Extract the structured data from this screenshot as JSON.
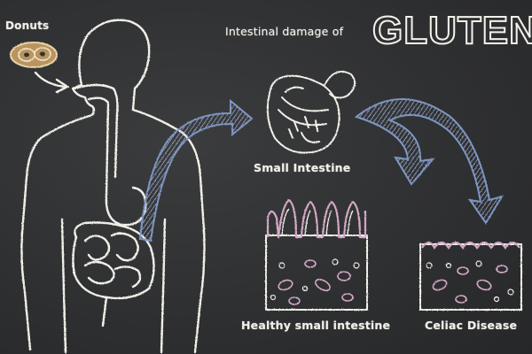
{
  "labels": {
    "donuts": "Donuts",
    "subtitle": "Intestinal damage of",
    "headline": "GLUTEN",
    "small_intestine": "Small Intestine",
    "healthy": "Healthy small intestine",
    "celiac": "Celiac Disease"
  },
  "colors": {
    "chalkboard": "#2f3032",
    "chalk_white": "#f1efe8",
    "arrow_blue": "#7f97c4",
    "donut_tan": "#c9a877",
    "tissue_pink": "#d6a9c7"
  },
  "icons": [
    "donut-icon",
    "human-silhouette",
    "small-intestine-icon",
    "curved-arrow",
    "villi-healthy",
    "villi-flattened"
  ]
}
